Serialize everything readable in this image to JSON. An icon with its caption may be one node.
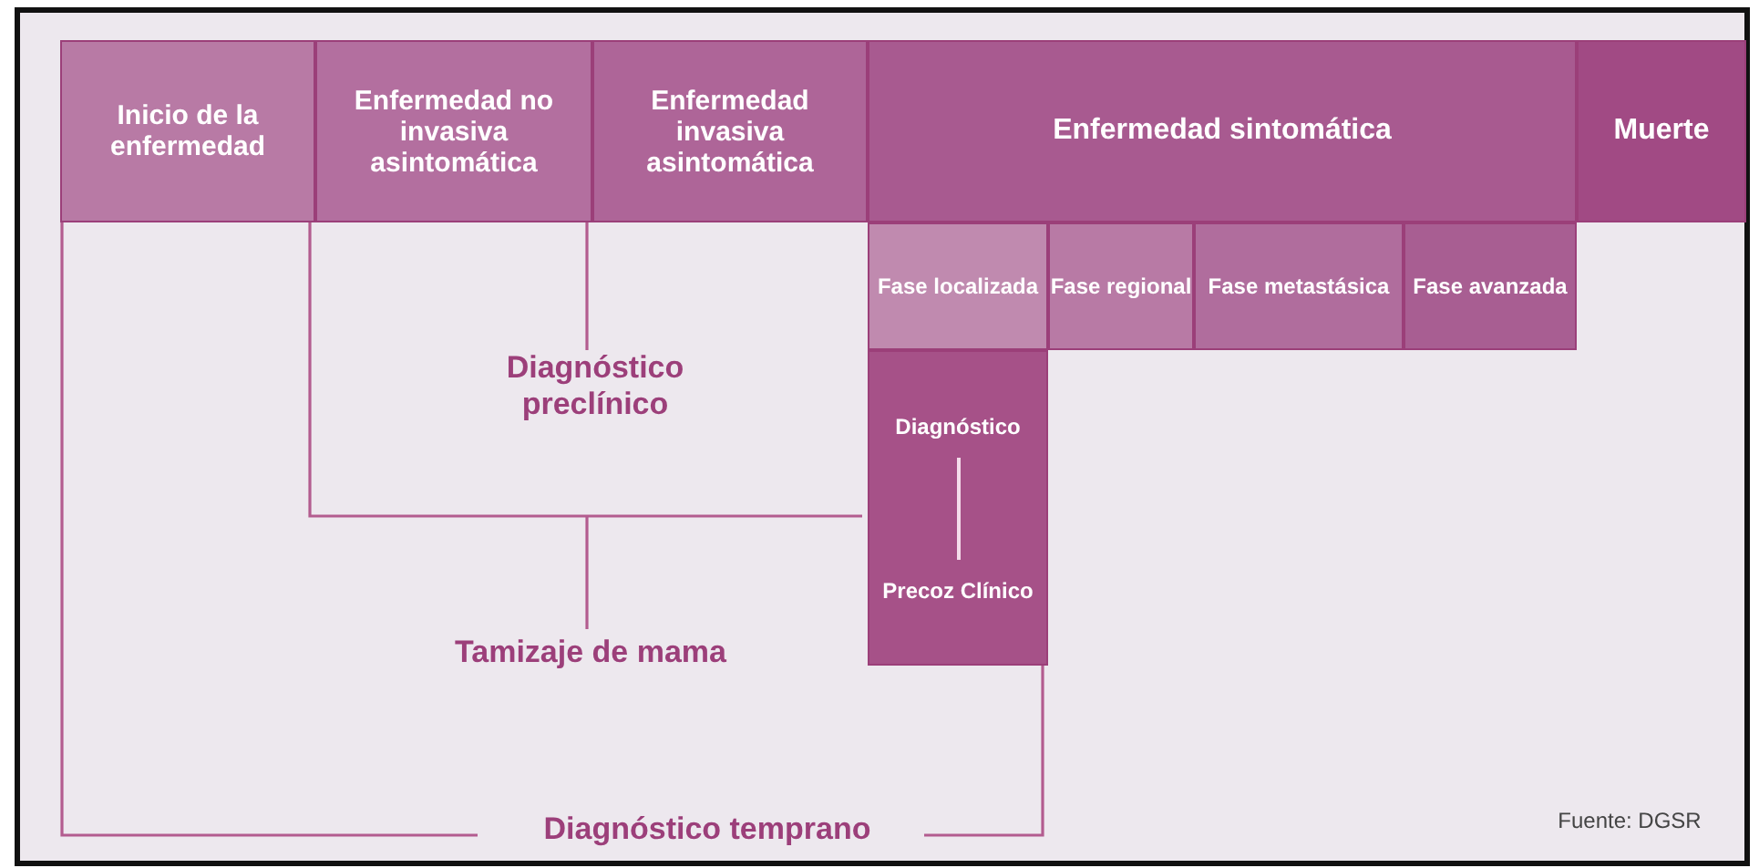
{
  "diagram": {
    "nodes": [
      {
        "text": [
          "Inicio de la enfermedad"
        ]
      },
      {
        "text": [
          "Enfermedad no invasiva asintomática"
        ]
      },
      {
        "text": [
          "Enfermedad invasiva asintomática"
        ]
      },
      {
        "text": [
          "Enfermedad sintomática"
        ]
      },
      {
        "text": [
          "Muerte"
        ]
      },
      {
        "text": [
          "Fase localizada"
        ]
      },
      {
        "text": [
          "Fase regional"
        ]
      },
      {
        "text": [
          "Fase metastásica"
        ]
      },
      {
        "text": [
          "Fase avanzada"
        ]
      },
      {
        "text": [
          "Diagnóstico",
          "Precoz Clínico"
        ]
      }
    ],
    "labels": [
      "Diagnóstico preclínico",
      "Tamizaje de mama",
      "Diagnóstico temprano",
      "Fuente: DGSR"
    ]
  }
}
